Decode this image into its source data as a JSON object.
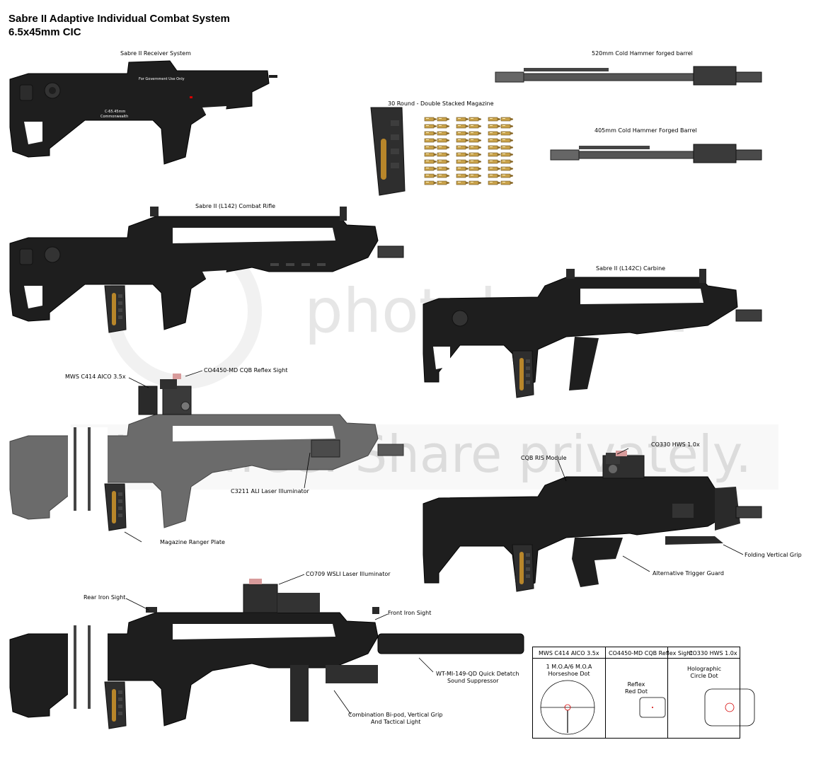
{
  "header": {
    "title": "Sabre II Adaptive Individual Combat System",
    "subtitle": "6.5x45mm CIC"
  },
  "labels": {
    "receiver": "Sabre II Receiver System",
    "barrel_520": "520mm Cold Hammer forged barrel",
    "magazine": "30 Round - Double Stacked Magazine",
    "barrel_405": "405mm Cold Hammer Forged Barrel",
    "rifle": "Sabre II (L142) Combat Rifle",
    "carbine": "Sabre II (L142C) Carbine",
    "mws": "MWS C414 AICO 3.5x",
    "reflex": "CO4450-MD CQB Reflex Sight",
    "illuminator": "C3211 ALI Laser Illuminator",
    "ranger_plate": "Magazine Ranger Plate",
    "hws": "CO330 HWS 1.0x",
    "ris": "CQB RIS Module",
    "folding_grip": "Folding Vertical Grip",
    "trigger_guard": "Alternative Trigger Guard",
    "wsli": "CO709 WSLI Laser Illuminator",
    "rear_sight": "Rear Iron Sight",
    "front_sight": "Front Iron Sight",
    "suppressor_1": "WT-MI-149-QD Quick Detatch",
    "suppressor_2": "Sound Suppressor",
    "bipod_1": "Combination Bi-pod, Vertical Grip",
    "bipod_2": "And Tactical Light",
    "stamp_1": "For Government Use Only",
    "stamp_2": "C-65.45mm",
    "stamp_3": "Commonwealth"
  },
  "legend": {
    "col1_head": "MWS C414 AICO 3.5x",
    "col2_head": "CO4450-MD CQB Reflex Sight",
    "col3_head": "CO330 HWS 1.0x",
    "col1_line1": "1 M.O.A/6 M.O.A",
    "col1_line2": "Horseshoe Dot",
    "col2_line1": "Reflex",
    "col2_line2": "Red Dot",
    "col3_line1": "Holographic",
    "col3_line2": "Circle Dot"
  },
  "watermark": {
    "brand": "photobucket",
    "cta": "Join free. Share privately."
  },
  "colors": {
    "gun_body": "#1e1e1e",
    "gun_grey": "#6b6b6b",
    "magazine_window": "#b8862a",
    "brass": "#c9a24a",
    "reticle_red": "#d40000"
  }
}
